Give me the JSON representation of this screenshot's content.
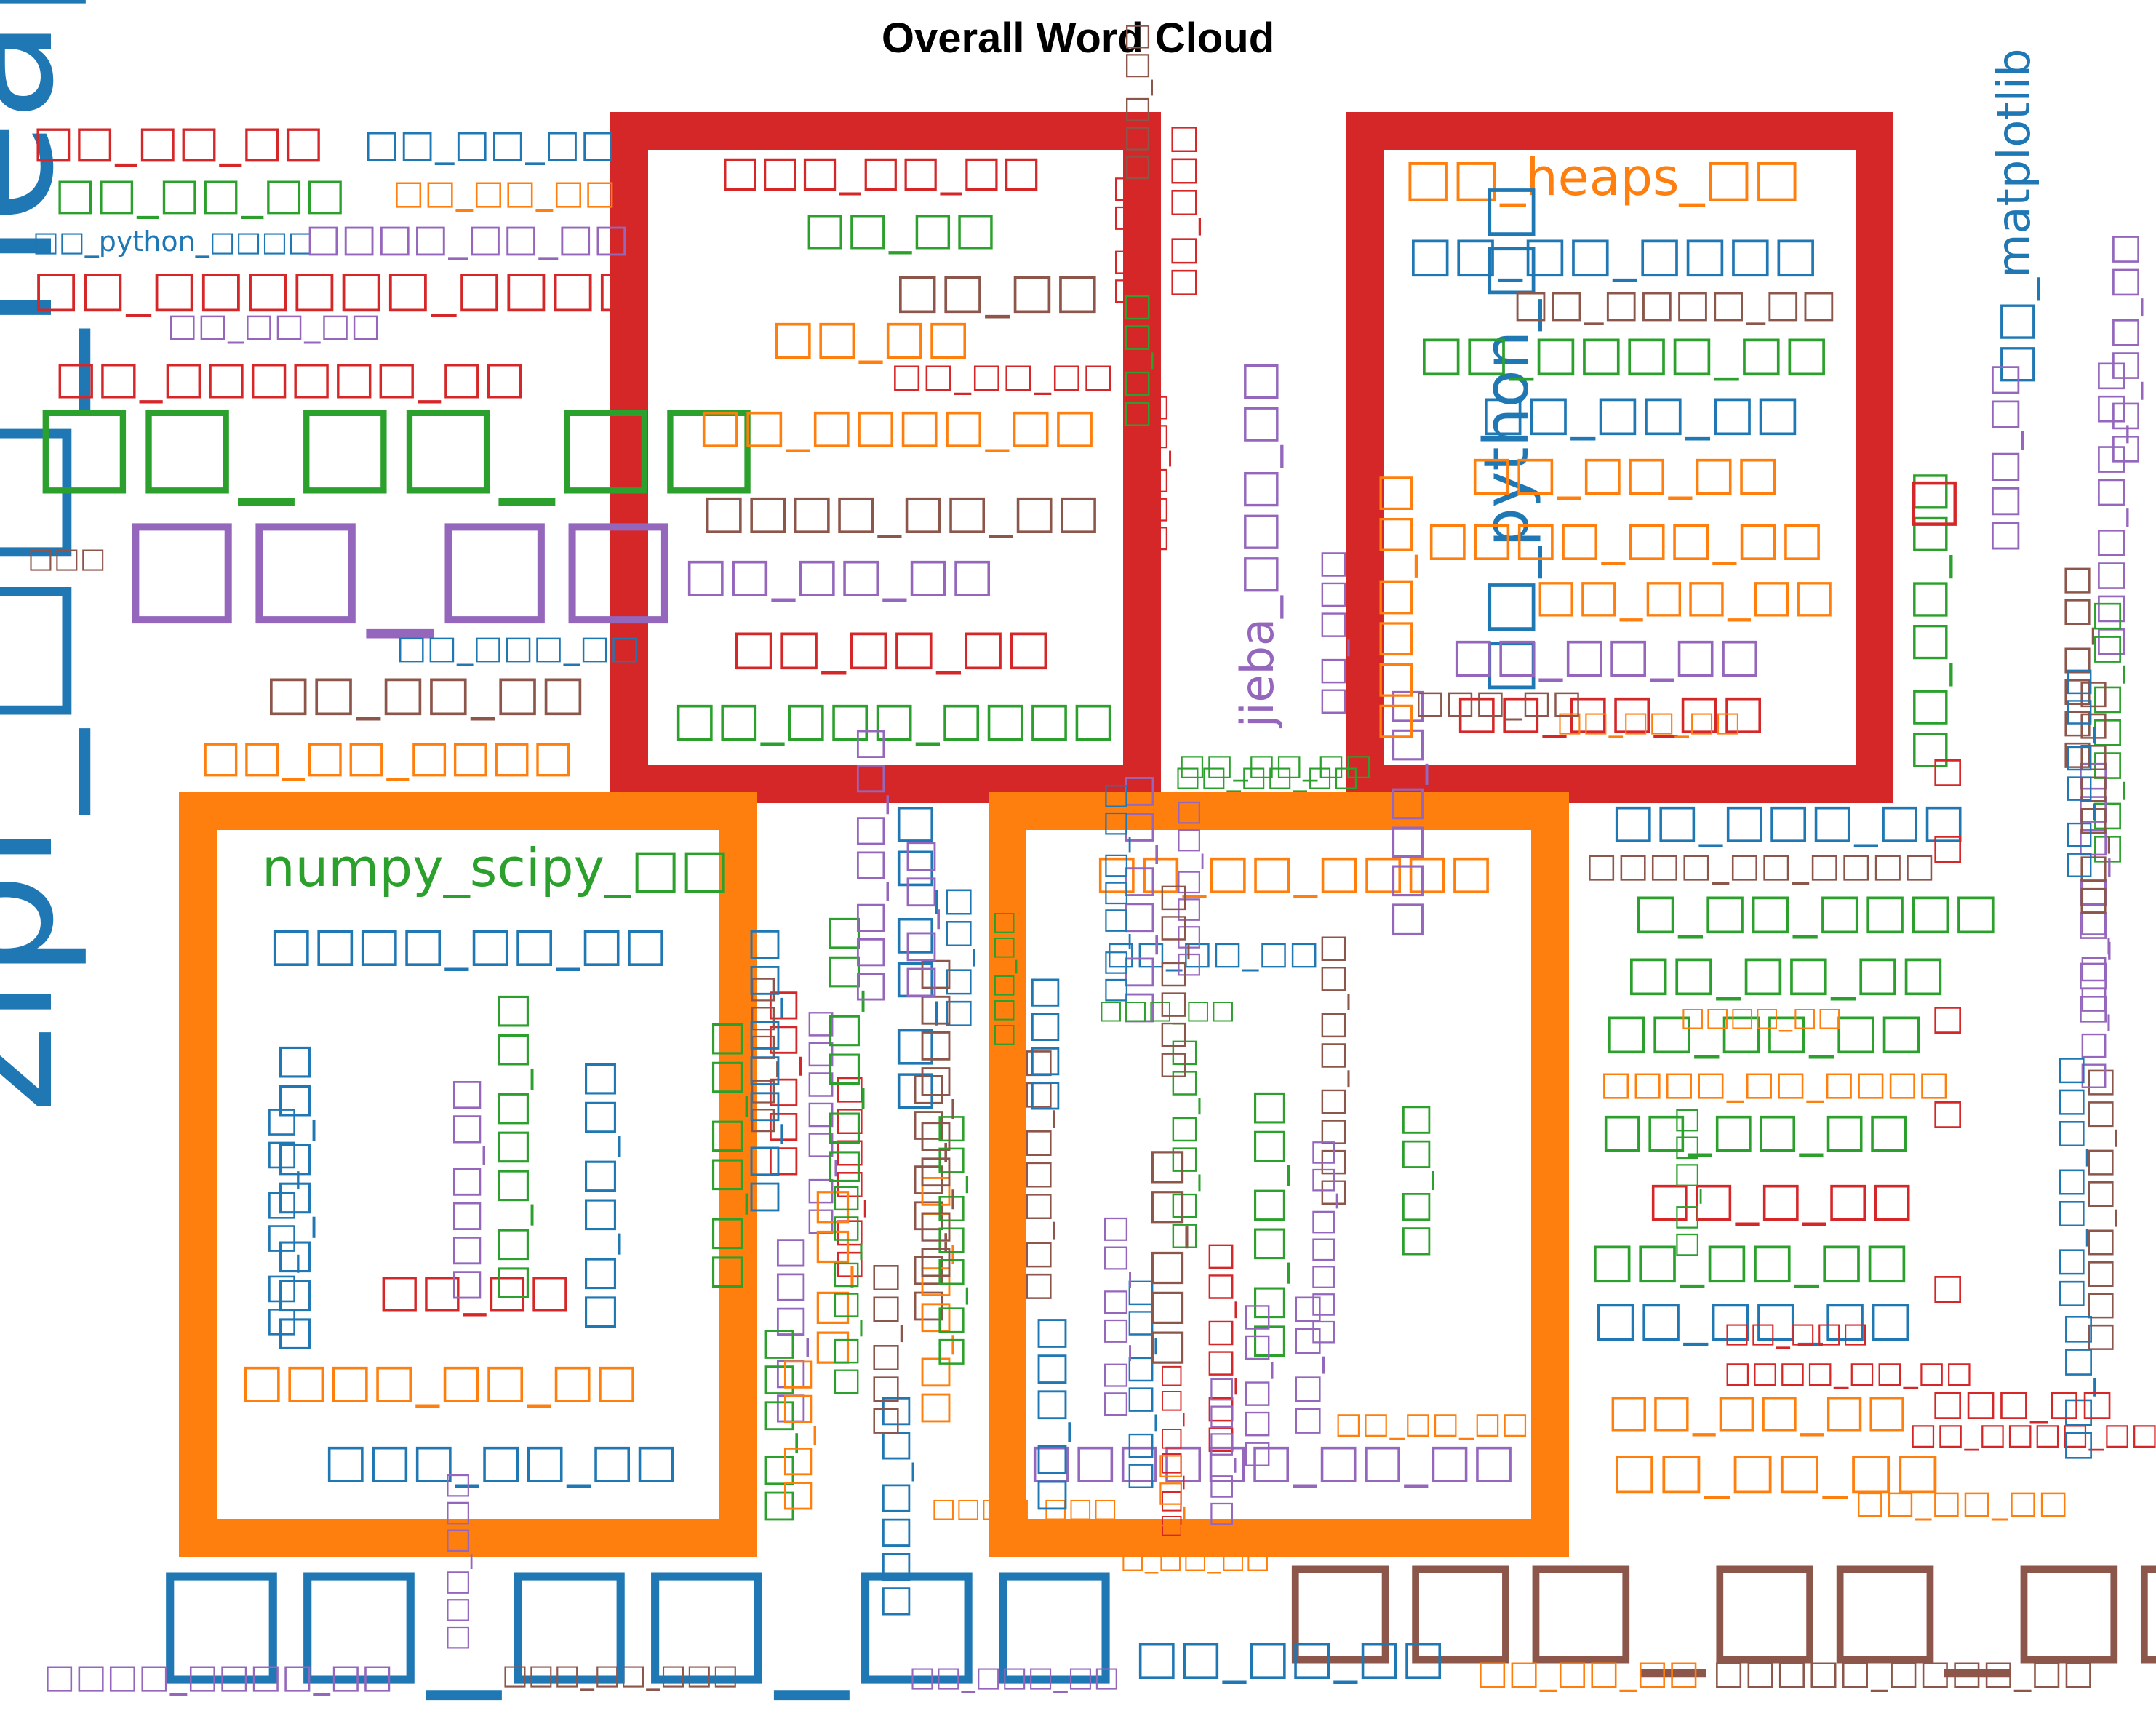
{
  "title": "Overall Word Cloud",
  "colors": {
    "blue": "#1f77b4",
    "orange": "#ff7f0e",
    "green": "#2ca02c",
    "red": "#d62728",
    "purple": "#9467bd",
    "brown": "#8c564b"
  },
  "words": [
    {
      "text": "zipf_□□_heaps",
      "color": "blue"
    },
    {
      "text": "□□_□□_□□",
      "color": "blue"
    },
    {
      "text": "□□□_□□_□□",
      "color": "brown"
    },
    {
      "text": "□□_□□",
      "color": "purple"
    },
    {
      "text": "□□_□□_□□",
      "color": "green"
    },
    {
      "text": "□□_heaps_□□",
      "color": "orange"
    },
    {
      "text": "numpy_scipy_□□",
      "color": "green"
    },
    {
      "text": "□□_python_□□",
      "color": "blue"
    },
    {
      "text": "jieba_□□□_□□",
      "color": "purple"
    },
    {
      "text": "□□_matplotlib",
      "color": "blue"
    },
    {
      "text": "□□_python_□□□□",
      "color": "blue"
    },
    {
      "text": "□□_□□_□□",
      "color": "red"
    },
    {
      "text": "□□_□□_□□",
      "color": "blue"
    },
    {
      "text": "□□_□□_□□",
      "color": "green"
    },
    {
      "text": "□□_□□_□□",
      "color": "orange"
    },
    {
      "text": "□□_□□□□□□_□□□□",
      "color": "red"
    },
    {
      "text": "□□_□□_□□",
      "color": "purple"
    },
    {
      "text": "□□_□□□□□□_□□",
      "color": "red"
    },
    {
      "text": "□□□",
      "color": "brown"
    },
    {
      "text": "□□_□□□_□□",
      "color": "blue"
    },
    {
      "text": "□□_□□_□□",
      "color": "brown"
    },
    {
      "text": "□□_□□_□□□□",
      "color": "orange"
    },
    {
      "text": "□□□□_□□_□□",
      "color": "purple"
    },
    {
      "text": "□□□_□□_□□",
      "color": "red"
    },
    {
      "text": "□□_□□",
      "color": "green"
    },
    {
      "text": "□□_□□",
      "color": "brown"
    },
    {
      "text": "□□_□□",
      "color": "orange"
    },
    {
      "text": "□□_□□_□□",
      "color": "red"
    },
    {
      "text": "□□_□□□□_□□",
      "color": "orange"
    },
    {
      "text": "□□□□_□□_□□",
      "color": "brown"
    },
    {
      "text": "□□_□□_□□",
      "color": "purple"
    },
    {
      "text": "□□_□□_□□",
      "color": "red"
    },
    {
      "text": "□□_□□□_□□□□",
      "color": "green"
    },
    {
      "text": "□□_□□_□□□□",
      "color": "blue"
    },
    {
      "text": "□□_□□□□_□□",
      "color": "brown"
    },
    {
      "text": "□□_□□□□_□□",
      "color": "green"
    },
    {
      "text": "□□_□□_□□",
      "color": "blue"
    },
    {
      "text": "□□_□□_□□",
      "color": "orange"
    },
    {
      "text": "□□□□_□□_□□",
      "color": "orange"
    },
    {
      "text": "□□_□□_□□",
      "color": "orange"
    },
    {
      "text": "□□_□□_□□",
      "color": "purple"
    },
    {
      "text": "□□_□□_□□",
      "color": "red"
    },
    {
      "text": "□□□□_□□_□□",
      "color": "blue"
    },
    {
      "text": "□□□□_□□_□□",
      "color": "orange"
    },
    {
      "text": "□□□_□□_□□",
      "color": "blue"
    },
    {
      "text": "□□_□□",
      "color": "red"
    },
    {
      "text": "□□_□□_□□□□",
      "color": "orange"
    },
    {
      "text": "□□_□□_□□",
      "color": "blue"
    },
    {
      "text": "□□□□□□_□□_□□",
      "color": "purple"
    },
    {
      "text": "□□_□□_□□",
      "color": "orange"
    },
    {
      "text": "□□_□□□_□□",
      "color": "blue"
    },
    {
      "text": "□□□□_□□_□□□□",
      "color": "brown"
    },
    {
      "text": "□_□□_□□□□",
      "color": "green"
    },
    {
      "text": "□□_□□_□□",
      "color": "green"
    },
    {
      "text": "□□_□□_□□",
      "color": "green"
    },
    {
      "text": "□□□□_□□_□□□□",
      "color": "orange"
    },
    {
      "text": "□□_□□_□□",
      "color": "green"
    },
    {
      "text": "□□_□_□□",
      "color": "red"
    },
    {
      "text": "□□_□□_□□",
      "color": "green"
    },
    {
      "text": "□□_□□_□□",
      "color": "blue"
    },
    {
      "text": "□□□□_□□_□□",
      "color": "red"
    },
    {
      "text": "□□_□□_□□",
      "color": "orange"
    },
    {
      "text": "□□_□□□□_□□",
      "color": "red"
    },
    {
      "text": "□□_□□_□□",
      "color": "orange"
    },
    {
      "text": "□□_□□_□□",
      "color": "orange"
    },
    {
      "text": "□□_□□_□□",
      "color": "blue"
    },
    {
      "text": "□□_□□_□□",
      "color": "orange"
    },
    {
      "text": "□□□□□_□□□□_□□",
      "color": "brown"
    },
    {
      "text": "□□□□_□□□□_□□",
      "color": "purple"
    },
    {
      "text": "□□□_□□_□□□",
      "color": "brown"
    },
    {
      "text": "□□_□□□_□□",
      "color": "purple"
    },
    {
      "text": "□_□□_□□",
      "color": "orange"
    },
    {
      "text": "□□_□□_□□",
      "color": "green"
    },
    {
      "text": "□□_□□_□□",
      "color": "green"
    },
    {
      "text": "□□_□□_□□",
      "color": "orange"
    },
    {
      "text": "□□□□_□□_□□",
      "color": "purple"
    },
    {
      "text": "□□_□□_□□",
      "color": "purple"
    },
    {
      "text": "□□_□□□_□□",
      "color": "green"
    },
    {
      "text": "□□□□_□□_□□",
      "color": "brown"
    },
    {
      "text": "□□_□□_□□",
      "color": "purple"
    },
    {
      "text": "□□_□□_□□",
      "color": "red"
    },
    {
      "text": "□□_□□_□□",
      "color": "blue"
    },
    {
      "text": "□□_□□_□□",
      "color": "brown"
    },
    {
      "text": "□□_□□_□□",
      "color": "purple"
    },
    {
      "text": "□□_□□□□□",
      "color": "purple"
    },
    {
      "text": "□□_□□□□",
      "color": "red"
    },
    {
      "text": "□□_□□□_□□",
      "color": "brown"
    },
    {
      "text": "□□_□□_□□",
      "color": "green"
    },
    {
      "text": "□□□□_□□_□□",
      "color": "brown"
    },
    {
      "text": "□□_□□",
      "color": "green"
    },
    {
      "text": "□□_□□",
      "color": "purple"
    },
    {
      "text": "□□_□□",
      "color": "blue"
    },
    {
      "text": "□□_□□",
      "color": "orange"
    },
    {
      "text": "□□□_□□",
      "color": "red"
    },
    {
      "text": "□□_□□□",
      "color": "purple"
    },
    {
      "text": "□□_□□□",
      "color": "green"
    },
    {
      "text": "□□□□_□□",
      "color": "purple"
    },
    {
      "text": "□□□□_□□",
      "color": "orange"
    },
    {
      "text": "□□_□□□",
      "color": "red"
    },
    {
      "text": "□□□□_□□",
      "color": "purple"
    },
    {
      "text": "□□_□□_□□",
      "color": "green"
    },
    {
      "text": "□□□_□□",
      "color": "purple"
    },
    {
      "text": "□□_□□_□□",
      "color": "orange"
    },
    {
      "text": "□□_□□_□□",
      "color": "blue"
    },
    {
      "text": "□□□_□□_□□",
      "color": "blue"
    },
    {
      "text": "□□_□□□_□□",
      "color": "green"
    },
    {
      "text": "□□_□□_□□",
      "color": "blue"
    },
    {
      "text": "□□□□_□□",
      "color": "purple"
    },
    {
      "text": "□□_□□_□□",
      "color": "green"
    },
    {
      "text": "□□_□□_□□",
      "color": "green"
    },
    {
      "text": "□□□_□□_□□",
      "color": "purple"
    },
    {
      "text": "□□_□□□_□□",
      "color": "green"
    },
    {
      "text": "□□_□□_□□",
      "color": "purple"
    },
    {
      "text": "□□□_□□",
      "color": "brown"
    },
    {
      "text": "□□_□□_□□",
      "color": "green"
    },
    {
      "text": "□□_□□_□□",
      "color": "blue"
    },
    {
      "text": "□□_□□",
      "color": "orange"
    },
    {
      "text": "□□□□",
      "color": "blue"
    },
    {
      "text": "□□□□_□□",
      "color": "blue"
    },
    {
      "text": "□□□_□□",
      "color": "brown"
    },
    {
      "text": "□□_□□_□□□□",
      "color": "brown"
    },
    {
      "text": "□□_□□",
      "color": "blue"
    },
    {
      "text": "□□_□□_□□□",
      "color": "purple"
    },
    {
      "text": "□□□□_□□",
      "color": "brown"
    },
    {
      "text": "□□_□□□□□",
      "color": "brown"
    },
    {
      "text": "□□□_□□",
      "color": "purple"
    },
    {
      "text": "□□_□□_□□",
      "color": "green"
    },
    {
      "text": "□□_□□_□□",
      "color": "blue"
    },
    {
      "text": "□□_□□_□□□",
      "color": "blue"
    },
    {
      "text": "□",
      "color": "red"
    },
    {
      "text": "□",
      "color": "red"
    },
    {
      "text": "□",
      "color": "red"
    },
    {
      "text": "□",
      "color": "red"
    },
    {
      "text": "□",
      "color": "red"
    },
    {
      "text": "□",
      "color": "red"
    },
    {
      "text": "□□□_□□",
      "color": "red"
    },
    {
      "text": "□□_□□",
      "color": "red"
    },
    {
      "text": "□□□_□□",
      "color": "red"
    },
    {
      "text": "□□_□□□",
      "color": "purple"
    },
    {
      "text": "□□□_□□",
      "color": "brown"
    },
    {
      "text": "□□_□□□",
      "color": "brown"
    },
    {
      "text": "□□_□□",
      "color": "green"
    },
    {
      "text": "□□□_□□",
      "color": "green"
    },
    {
      "text": "□□_□□",
      "color": "purple"
    },
    {
      "text": "□□□□_□□",
      "color": "brown"
    },
    {
      "text": "□□□_□□",
      "color": "brown"
    },
    {
      "text": "□□□_□□",
      "color": "green"
    },
    {
      "text": "□□_□□_□□",
      "color": "red"
    },
    {
      "text": "□□_□□□",
      "color": "red"
    },
    {
      "text": "□□□□_□□",
      "color": "orange"
    },
    {
      "text": "□_□□",
      "color": "orange"
    },
    {
      "text": "□□□□_□□□",
      "color": "orange"
    },
    {
      "text": "□□_□□□",
      "color": "purple"
    },
    {
      "text": "□□_□□□_□□",
      "color": "blue"
    },
    {
      "text": "□□_□□□",
      "color": "blue"
    },
    {
      "text": "□□_□□□_□□",
      "color": "blue"
    },
    {
      "text": "□□_□□□",
      "color": "green"
    },
    {
      "text": "□□□_□□□",
      "color": "purple"
    },
    {
      "text": "□□□□□_□□",
      "color": "purple"
    }
  ]
}
